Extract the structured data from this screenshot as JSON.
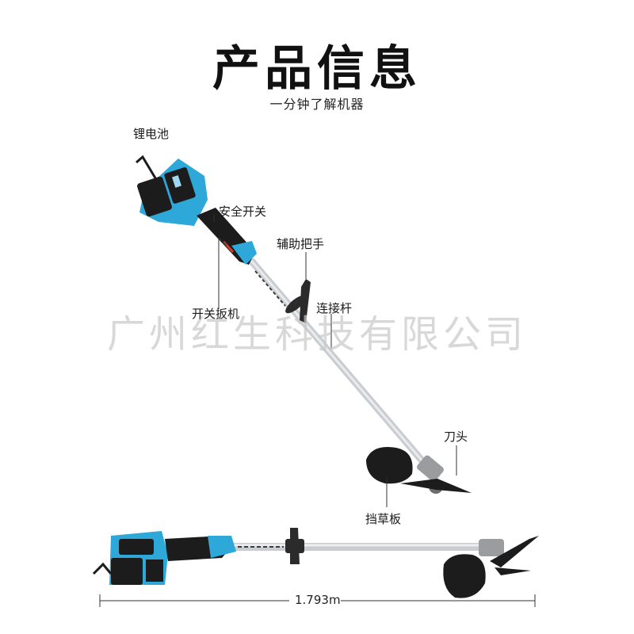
{
  "title": "产品信息",
  "subtitle": "一分钟了解机器",
  "watermark": "广州红生科技有限公司",
  "labels": {
    "battery": "锂电池",
    "safety_switch": "安全开关",
    "aux_handle": "辅助把手",
    "trigger": "开关扳机",
    "connecting_rod": "连接杆",
    "cutter_head": "刀头",
    "grass_guard": "挡草板"
  },
  "total_length": "1.793m",
  "colors": {
    "accent": "#2ea8d8",
    "dark": "#1c1c1c",
    "shaft": "#c9ccd0"
  }
}
